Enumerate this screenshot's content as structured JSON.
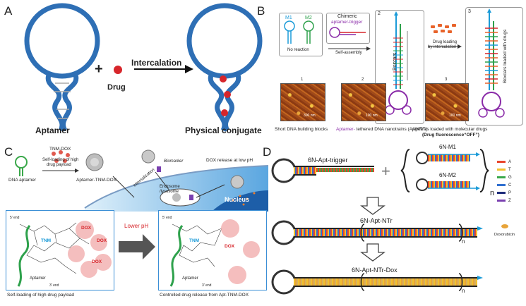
{
  "panels": {
    "a": {
      "label": "A",
      "plus": "+",
      "drug_label": "Drug",
      "arrow_label": "Intercalation",
      "aptamer_label": "Aptamer",
      "conjugate_label": "Physical conjugate"
    },
    "b": {
      "label": "B",
      "m1": "M1",
      "m2": "M2",
      "no_reaction": "No reaction",
      "chimeric": "Chimeric",
      "aptamer_trigger": "aptamer-trigger",
      "self_assembly": "Self-assembly",
      "drug_loading_1": "Drug loading",
      "drug_loading_2": "by intercalation",
      "boxcars": "Boxcars",
      "boxcars_drugs": "Boxcars loaded with drugs",
      "num_2": "2",
      "num_3": "3",
      "img_1": "1",
      "img_2": "2",
      "img_3": "3",
      "scale_1": "300 nm",
      "scale_2": "100 nm",
      "scale_3": "100 nm",
      "cap_1": "Short DNA building blocks",
      "cap_2a": "Aptamer-",
      "cap_2b": " tethered DNA nanotrains (AptNTrs)",
      "cap_3a": "AptNTrs loaded with molecular drugs",
      "cap_3b": "(Drug fluorescence“OFF”)"
    },
    "c": {
      "label": "C",
      "tnm_dox": "TNM-DOX",
      "self_loading_1": "Self-loading of high",
      "self_loading_2": "drug payload",
      "dna_aptamer": "DNA aptamer",
      "aptamer_tnm_dox": "Aptamer-TNM-DOX",
      "internalization": "Internalization",
      "biomarker": "Biomarker",
      "endosome_1": "Endosome",
      "endosome_2": "/lysosome",
      "dox_release": "DOX release at low pH",
      "nucleus": "Nucleus",
      "dox": "DOX",
      "tnm": "TNM",
      "five_end": "5' end",
      "three_end": "3' end",
      "aptamer": "Aptamer",
      "lower_ph": "Lower pH",
      "cap_left": "Self-loading of high drug payload",
      "cap_right": "Controlled drug release from Apt-TNM-DOX"
    },
    "d": {
      "label": "D",
      "apt_trigger": "6N-Apt-trigger",
      "m1": "6N-M1",
      "m2": "6N-M2",
      "n": "n",
      "ntr": "6N-Apt-NTr",
      "ntr_dox": "6N-Apt-NTr-Dox",
      "legend": [
        {
          "letter": "A",
          "color": "#e8452c"
        },
        {
          "letter": "T",
          "color": "#f2c12e"
        },
        {
          "letter": "G",
          "color": "#3aa84a"
        },
        {
          "letter": "C",
          "color": "#2f6fd0"
        },
        {
          "letter": "P",
          "color": "#1d2c7a"
        },
        {
          "letter": "Z",
          "color": "#7a3fb0"
        }
      ],
      "doxorubicin": "Doxorubicin"
    }
  },
  "colors": {
    "dna_blue": "#2e6fb5",
    "drug_red": "#d7262b",
    "panel_c_box": "#3b8fd6"
  }
}
